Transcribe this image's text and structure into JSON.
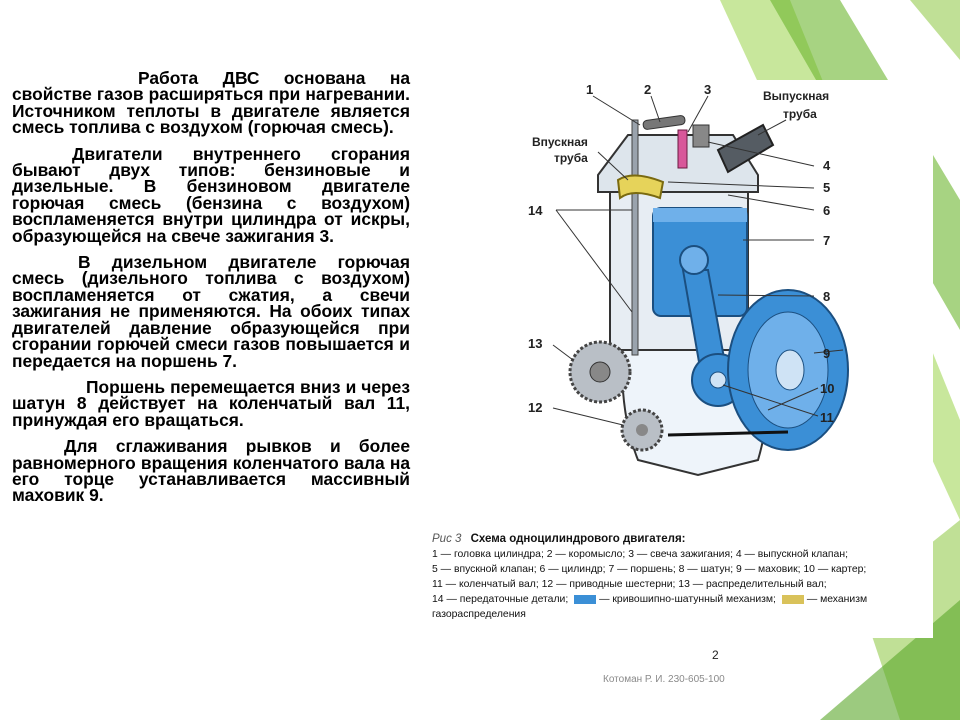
{
  "paragraphs": [
    "Работа ДВС основана на свойстве газов расширяться при нагревании. Источником теплоты в двигателе является смесь топлива с воздухом (горючая смесь).",
    "Двигатели внутреннего сгорания бывают двух типов: бензиновые и дизельные. В бензиновом двигателе горючая смесь (бензина с воздухом) воспламеняется внутри цилиндра от искры, образующейся на свече зажигания 3.",
    "В дизельном двигателе горючая смесь (дизельного топлива с воздухом) воспламеняется от сжатия, а свечи зажигания не применяются. На обоих типах двигателей давление образующейся при сгорании горючей смеси газов повышается и передается на поршень 7.",
    "Поршень перемещается вниз и через шатун 8 действует на коленчатый вал 11, принуждая его вращаться.",
    "Для сглаживания рывков и более равномерного вращения коленчатого вала на его торце устанавливается массивный маховик 9."
  ],
  "figure": {
    "labels": {
      "intake": "Впускная труба",
      "exhaust": "Выпускная труба",
      "n1": "1",
      "n2": "2",
      "n3": "3",
      "n4": "4",
      "n5": "5",
      "n6": "6",
      "n7": "7",
      "n8": "8",
      "n9": "9",
      "n10": "10",
      "n11": "11",
      "n12": "12",
      "n13": "13",
      "n14": "14"
    },
    "caption": {
      "prefix": "Рис 3",
      "title": "Схема одноцилиндрового двигателя:",
      "line1": "1 — головка цилиндра; 2 — коромысло; 3 — свеча зажигания; 4 — выпускной клапан;",
      "line2": "5 — впускной клапан; 6 — цилиндр; 7 — поршень; 8 — шатун; 9 — маховик; 10 — картер;",
      "line3": "11 — коленчатый вал; 12 — приводные шестерни; 13 — распределительный вал;",
      "line4a": "14 — передаточные детали;",
      "line4b": "— кривошипно-шатунный механизм;",
      "line4c": "— механизм",
      "line5": "газораспределения"
    },
    "colors": {
      "mechanism": "#3b8fd6",
      "valve_train": "#d9c25a"
    }
  },
  "page_number": "2",
  "footer": "Котоман Р. И. 230-605-100"
}
